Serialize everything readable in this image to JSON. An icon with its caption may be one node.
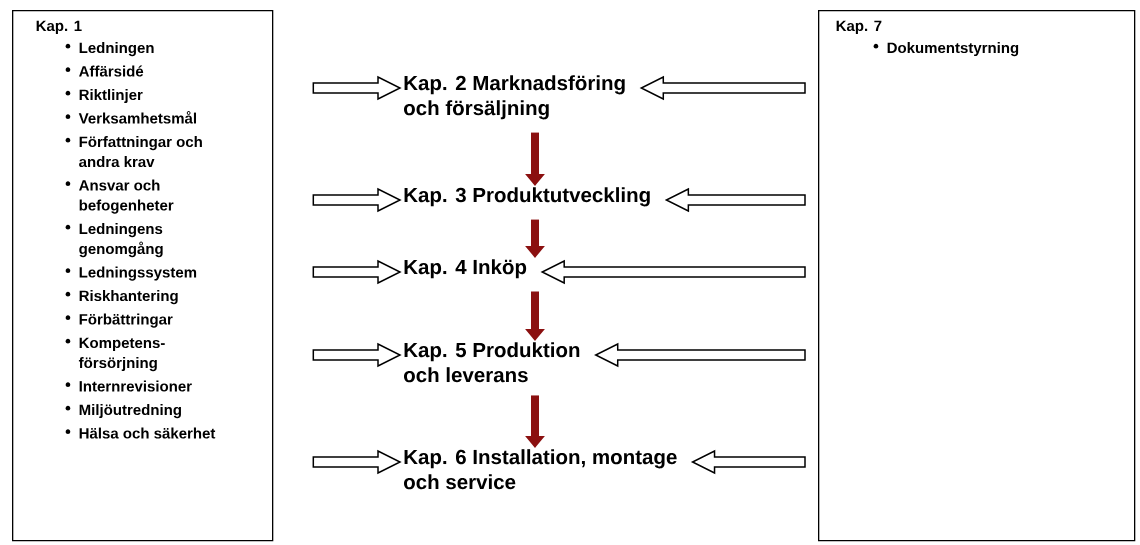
{
  "diagram": {
    "nodes": [
      {
        "text": [
          "Kap. 1",
          "Ledningen",
          "Affärsidé",
          "Riktlinjer",
          "Verksamhetsmål",
          "Författningar och andra krav",
          "Ansvar och befogenheter",
          "Ledningens genomgång",
          "Ledningssystem",
          "Riskhantering",
          "Förbättringar",
          "Kompetens- försörjning",
          "Internrevisioner",
          "Miljöutredning",
          "Hälsa och säkerhet"
        ]
      },
      {
        "text": [
          "Kap. 7",
          "Dokumentstyrning"
        ]
      },
      {
        "text": [
          "Kap. 2 Marknadsföring och försäljning"
        ]
      },
      {
        "text": [
          "Kap. 3 Produktutveckling"
        ]
      },
      {
        "text": [
          "Kap. 4 Inköp"
        ]
      },
      {
        "text": [
          "Kap. 5 Produktion och leverans"
        ]
      },
      {
        "text": [
          "Kap. 6 Installation, montage och service"
        ]
      }
    ],
    "edges": [
      {
        "from": 0,
        "to": 2,
        "arrow": "to"
      },
      {
        "from": 1,
        "to": 2,
        "arrow": "to"
      },
      {
        "from": 2,
        "to": 3,
        "arrow": "to",
        "color": "#8b1010"
      },
      {
        "from": 0,
        "to": 3,
        "arrow": "to"
      },
      {
        "from": 1,
        "to": 3,
        "arrow": "to"
      },
      {
        "from": 3,
        "to": 4,
        "arrow": "to",
        "color": "#8b1010"
      },
      {
        "from": 0,
        "to": 4,
        "arrow": "to"
      },
      {
        "from": 1,
        "to": 4,
        "arrow": "to"
      },
      {
        "from": 4,
        "to": 5,
        "arrow": "to",
        "color": "#8b1010"
      },
      {
        "from": 0,
        "to": 5,
        "arrow": "to"
      },
      {
        "from": 1,
        "to": 5,
        "arrow": "to"
      },
      {
        "from": 5,
        "to": 6,
        "arrow": "to",
        "color": "#8b1010"
      },
      {
        "from": 0,
        "to": 6,
        "arrow": "to"
      },
      {
        "from": 1,
        "to": 6,
        "arrow": "to"
      }
    ]
  }
}
